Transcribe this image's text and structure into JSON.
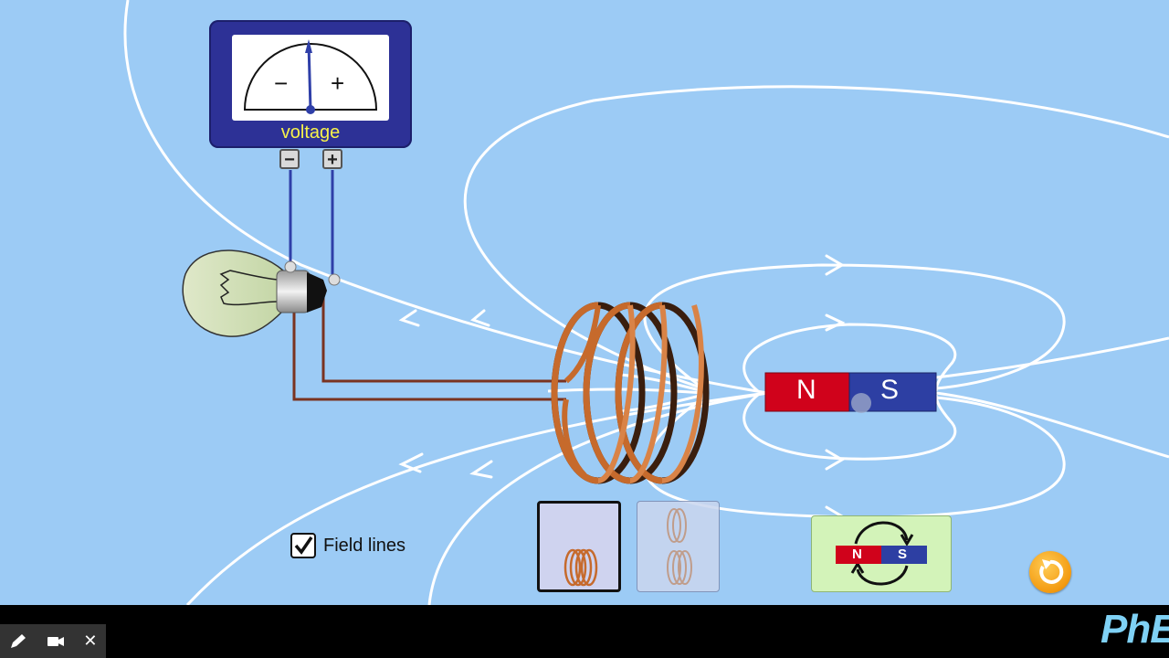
{
  "voltmeter": {
    "label": "voltage",
    "minus": "−",
    "plus": "+",
    "terminal_minus": "−",
    "terminal_plus": "+"
  },
  "magnet": {
    "north": "N",
    "south": "S"
  },
  "field_lines": {
    "label": "Field lines",
    "checked": true
  },
  "flip_button": {
    "north": "N",
    "south": "S"
  },
  "coil_options": {
    "selected": 1
  },
  "overlay": {
    "close": "✕"
  },
  "brand": {
    "logo": "PhET"
  },
  "colors": {
    "background": "#9ccbf5",
    "north": "#d0021b",
    "south": "#2d3fa3",
    "coil": "#c66a2c",
    "voltmeter": "#2d3196"
  }
}
